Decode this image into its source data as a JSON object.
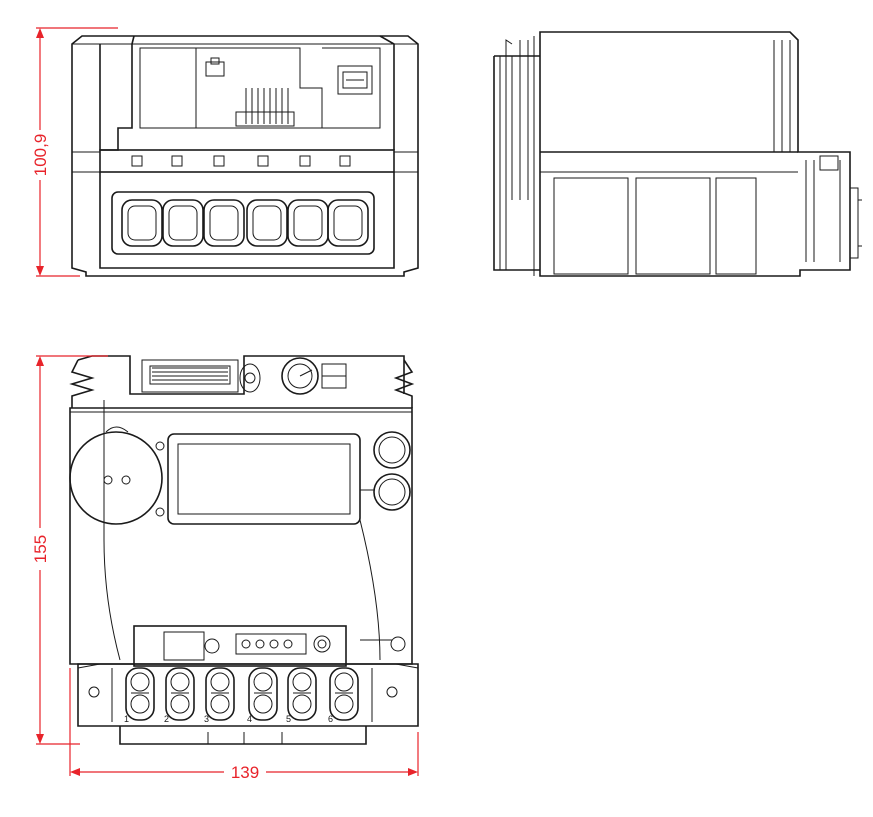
{
  "dimensions": {
    "height_front": "100,9",
    "height_top": "155",
    "width": "139"
  },
  "terminal_numbers": [
    "1",
    "2",
    "3",
    "4",
    "5",
    "6"
  ],
  "colors": {
    "dimension": "#e8232a",
    "outline": "#1a1a1a",
    "background": "#ffffff"
  }
}
